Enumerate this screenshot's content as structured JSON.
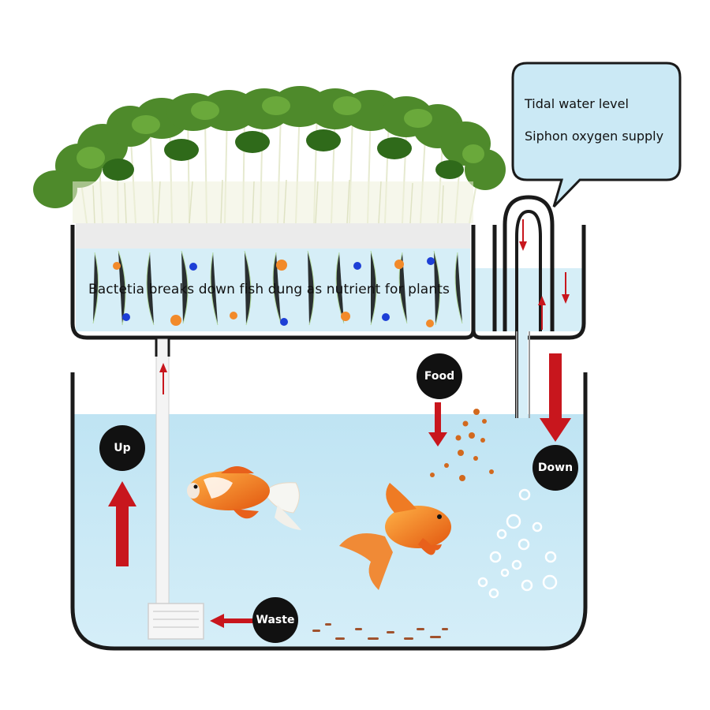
{
  "caption": "Bactetia breaks down fish dung as nutrient for plants",
  "bubble": {
    "line1": "Tidal water level",
    "line2": "Siphon oxygen supply"
  },
  "badges": {
    "up": "Up",
    "food": "Food",
    "down": "Down",
    "waste": "Waste"
  },
  "colors": {
    "water": "#c9e9f5",
    "arrow": "#c8161d",
    "badge": "#111111",
    "plants_leaf": "#4f8a2a",
    "plants_stem": "#e8ecd2",
    "goldfish": "#f07a1c"
  }
}
